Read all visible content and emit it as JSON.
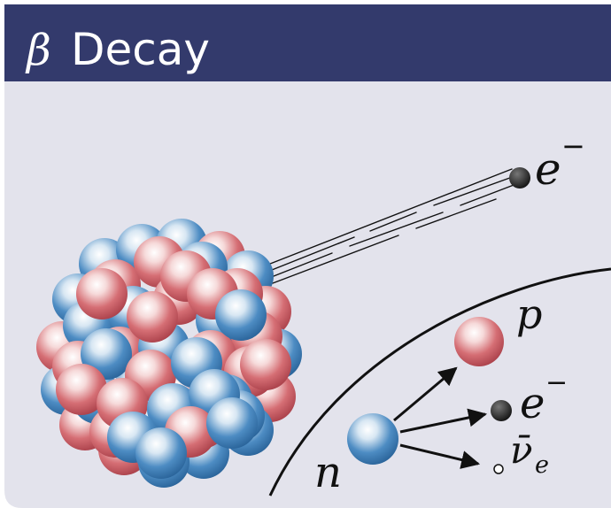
{
  "title": {
    "symbol": "β",
    "text": "Decay"
  },
  "labels": {
    "emitted_electron": {
      "symbol": "e",
      "superscript": "−"
    },
    "proton": {
      "symbol": "p"
    },
    "neutron": {
      "symbol": "n"
    },
    "electron": {
      "symbol": "e",
      "superscript": "−"
    },
    "antineutrino": {
      "symbol": "ν̄",
      "subscript": "e"
    }
  },
  "colors": {
    "header": "#333a6c",
    "panel": "#e3e3ec",
    "proton": "#c9505a",
    "neutron": "#2f70ae",
    "particle": "#222222",
    "line": "#111111"
  }
}
